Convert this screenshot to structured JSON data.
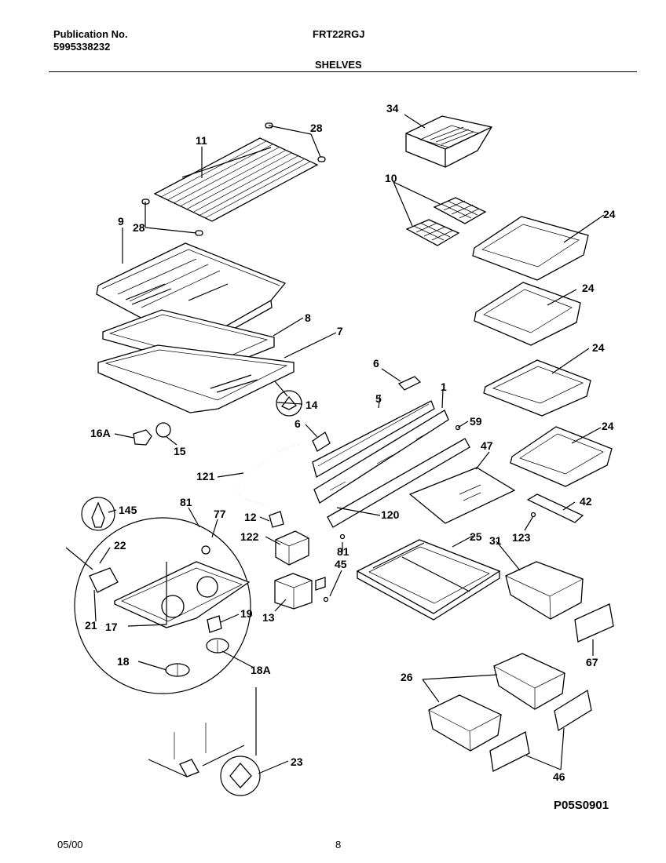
{
  "header": {
    "publication_label": "Publication No.",
    "publication_number": "5995338232",
    "model": "FRT22RGJ",
    "section": "SHELVES"
  },
  "footer": {
    "date": "05/00",
    "page": "8",
    "figure_code": "P05S0901"
  },
  "callouts": {
    "c34": "34",
    "c28a": "28",
    "c11": "11",
    "c10": "10",
    "c24a": "24",
    "c9": "9",
    "c28b": "28",
    "c24b": "24",
    "c8": "8",
    "c7": "7",
    "c24c": "24",
    "c6a": "6",
    "c1": "1",
    "c5": "5",
    "c14": "14",
    "c59": "59",
    "c6b": "6",
    "c24d": "24",
    "c16a": "16A",
    "c15": "15",
    "c47": "47",
    "c121": "121",
    "c42": "42",
    "c145": "145",
    "c81a": "81",
    "c77": "77",
    "c12": "12",
    "c120": "120",
    "c123": "123",
    "c122": "122",
    "c25": "25",
    "c31": "31",
    "c22": "22",
    "c81b": "81",
    "c45": "45",
    "c19": "19",
    "c13": "13",
    "c21": "21",
    "c17": "17",
    "c67": "67",
    "c18": "18",
    "c18a": "18A",
    "c26": "26",
    "c23": "23",
    "c46": "46"
  }
}
